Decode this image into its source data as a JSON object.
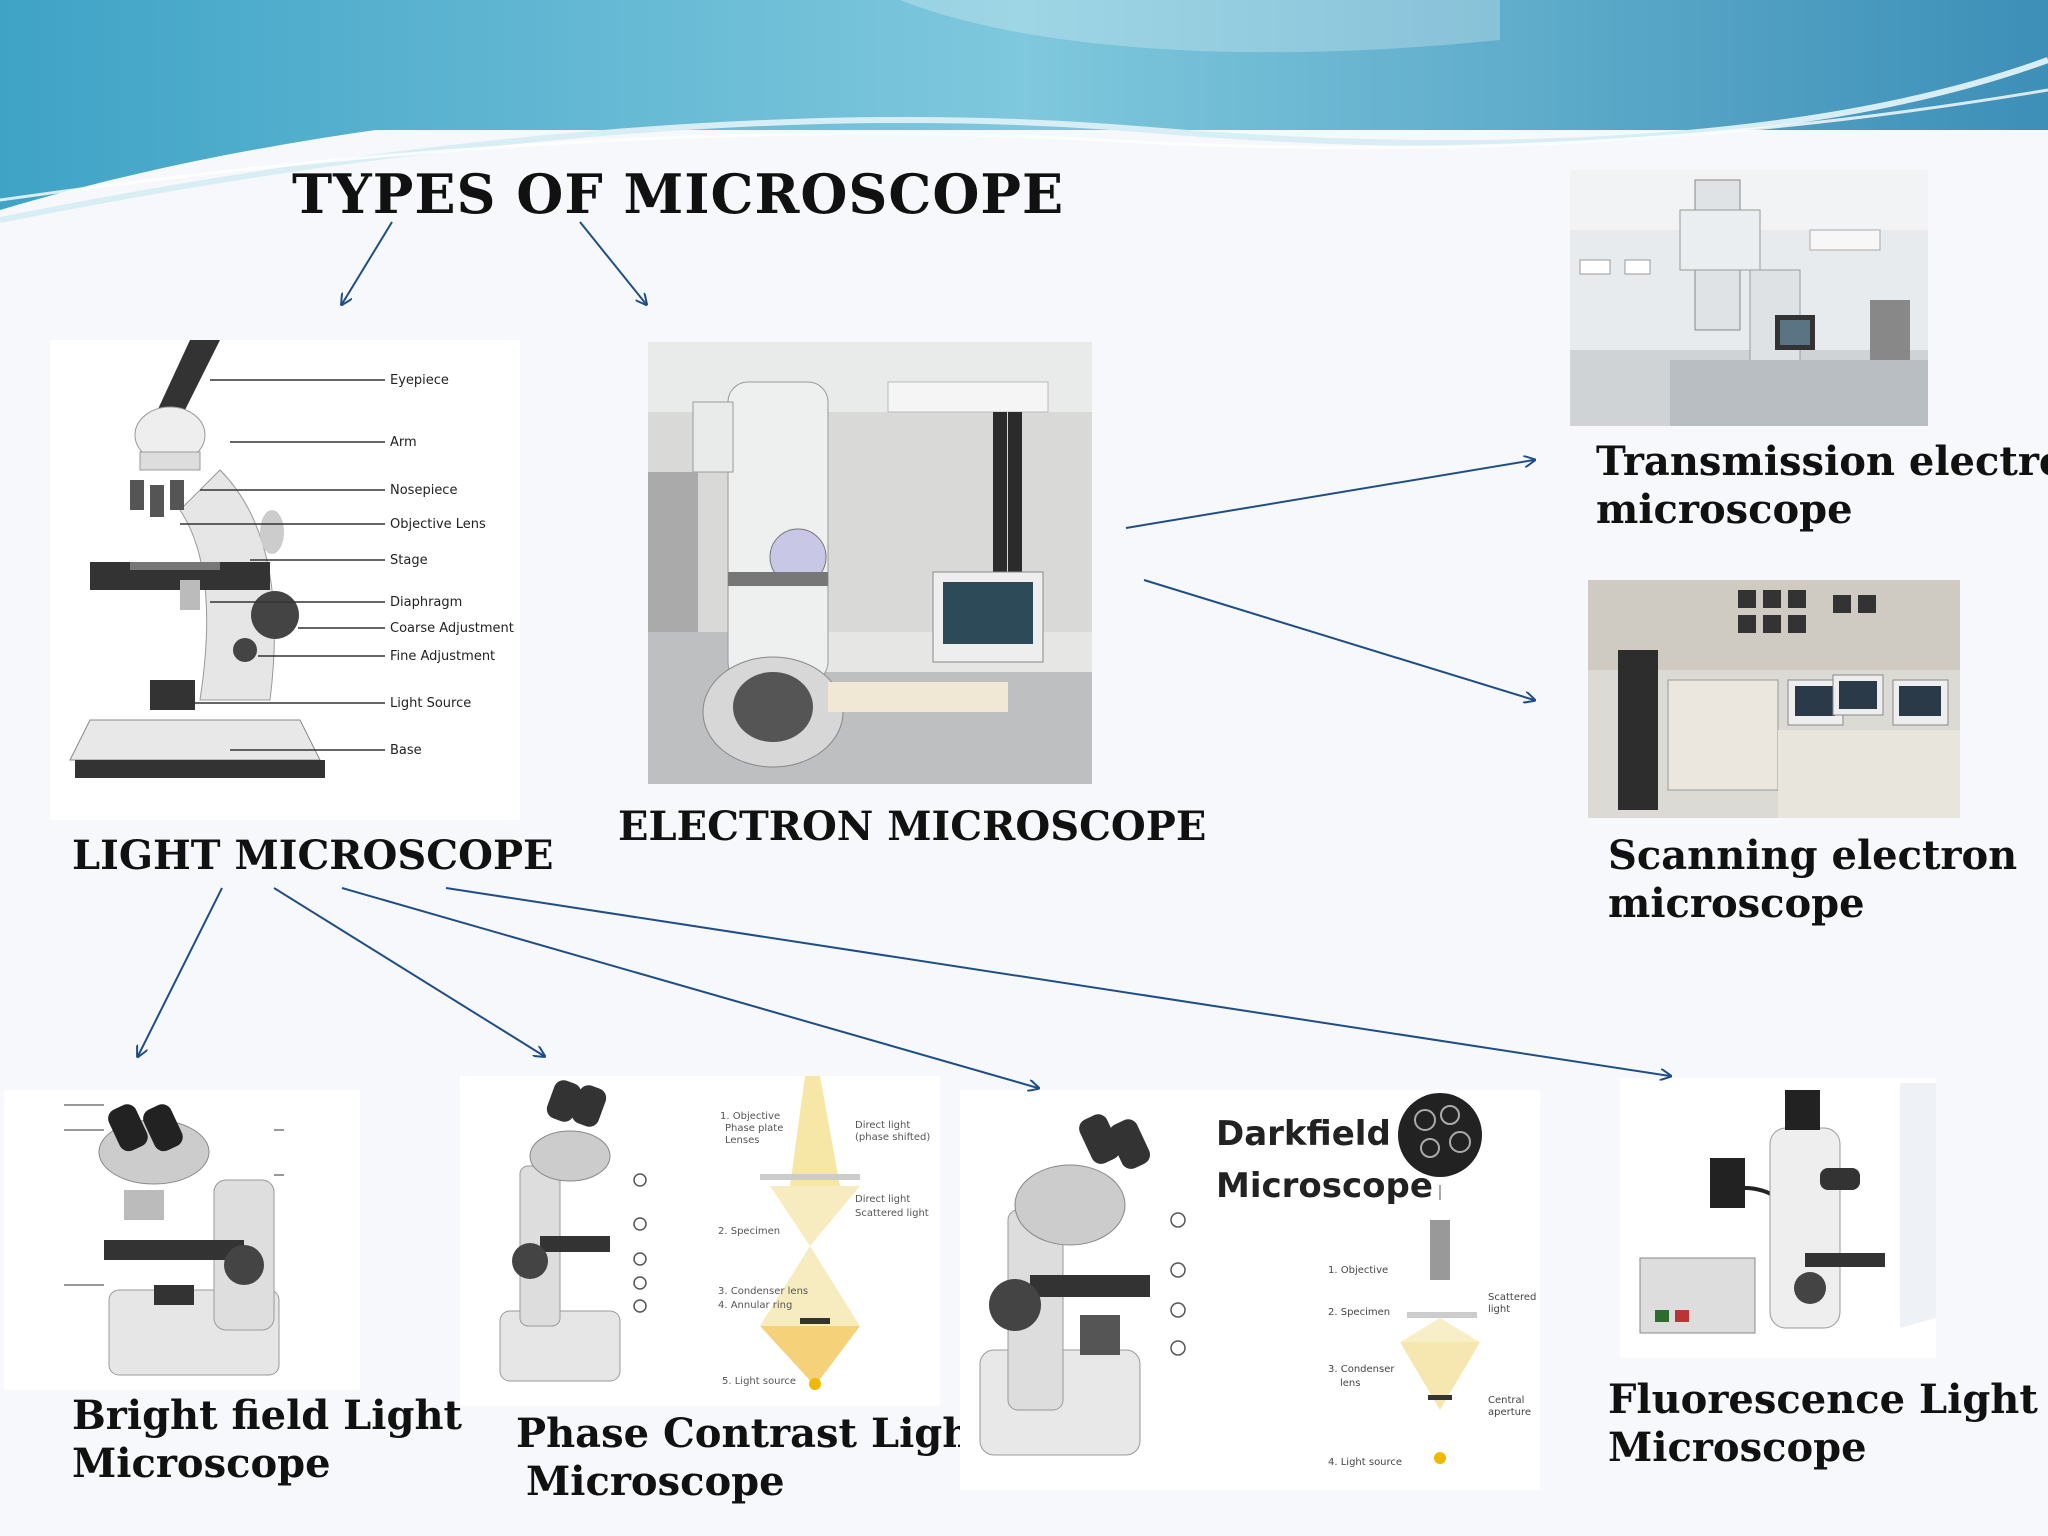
{
  "title": "TYPES OF MICROSCOPE",
  "categories": {
    "light": "LIGHT MICROSCOPE",
    "electron": "ELECTRON MICROSCOPE"
  },
  "electron_types": {
    "tem_line1": "Transmission electron",
    "tem_line2": "microscope",
    "sem_line1": "Scanning electron",
    "sem_line2": "microscope"
  },
  "light_types": {
    "brightfield_line1": "Bright field Light",
    "brightfield_line2": "Microscope",
    "phase_line1": "Phase Contrast Light",
    "phase_line2": "Microscope",
    "fluor_line1": "Fluorescence Light",
    "fluor_line2": "Microscope"
  },
  "light_parts": [
    "Eyepiece",
    "Arm",
    "Nosepiece",
    "Objective Lens",
    "Stage",
    "Diaphragm",
    "Coarse Adjustment",
    "Fine Adjustment",
    "Light Source",
    "Base"
  ],
  "darkfield": {
    "title_line1": "Darkfield",
    "title_line2": "Microscope",
    "steps": [
      "1. Objective",
      "2. Specimen",
      "3. Condenser",
      "lens",
      "4. Light source"
    ],
    "notes": [
      "Scattered",
      "light",
      "Central",
      "aperture"
    ]
  },
  "phase_diagram": {
    "steps": [
      "1. Objective",
      "Phase plate",
      "Lenses",
      "2. Specimen",
      "3. Condenser lens",
      "4. Annular ring",
      "5. Light source"
    ],
    "notes": [
      "Direct light",
      "(phase shifted)",
      "Direct light",
      "Scattered light"
    ]
  },
  "colors": {
    "arrow": "#1f4e86",
    "wave_dark": "#4aa8c9",
    "wave_light": "#bfe6ef"
  }
}
